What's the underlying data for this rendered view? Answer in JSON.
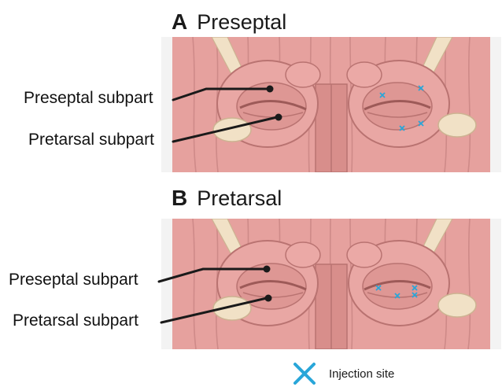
{
  "panels": [
    {
      "letter": "A",
      "name": "Preseptal",
      "labels": [
        "Preseptal subpart",
        "Pretarsal subpart"
      ]
    },
    {
      "letter": "B",
      "name": "Pretarsal",
      "labels": [
        "Preseptal subpart",
        "Pretarsal subpart"
      ]
    }
  ],
  "legend": {
    "icon": "injection-x-icon",
    "label": "Injection site"
  },
  "colors": {
    "muscle": "#e8a3a0",
    "muscle_dark": "#c97d7b",
    "tendon": "#f1e1c6",
    "injection_marker": "#29a6d9",
    "leader_line": "#1a1a1a"
  }
}
